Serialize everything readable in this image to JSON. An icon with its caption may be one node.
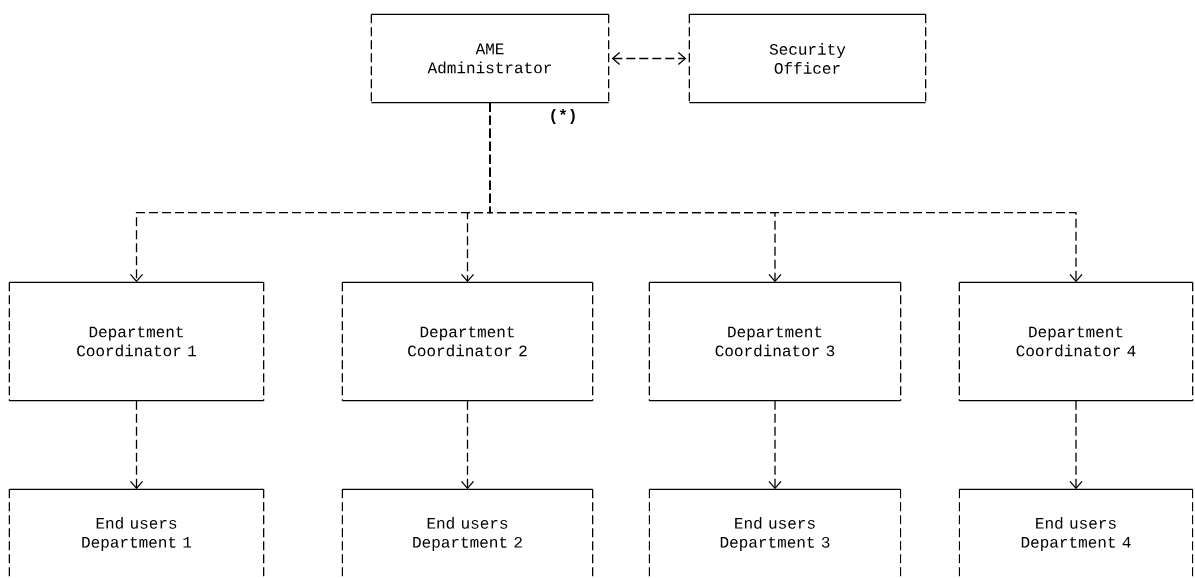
{
  "diagram": {
    "nodes": [
      {
        "text": [
          "AME Administrator"
        ],
        "beside": [
          "(*)"
        ]
      },
      {
        "text": [
          "Security Officer"
        ]
      },
      {
        "text": [
          "Department Coordinator 1"
        ]
      },
      {
        "text": [
          "Department Coordinator 2"
        ]
      },
      {
        "text": [
          "Department Coordinator 3"
        ]
      },
      {
        "text": [
          "Department Coordinator 4"
        ]
      },
      {
        "text": [
          "End users Department 1"
        ]
      },
      {
        "text": [
          "End users Department 2"
        ]
      },
      {
        "text": [
          "End users Department 3"
        ]
      },
      {
        "text": [
          "End users Department 4"
        ]
      }
    ],
    "edges": [
      {
        "from": 0,
        "to": 1,
        "arrow": "both",
        "style": "dashed"
      },
      {
        "from": 0,
        "to": 2,
        "arrow": "to",
        "style": "dashed"
      },
      {
        "from": 0,
        "to": 3,
        "arrow": "to",
        "style": "dashed"
      },
      {
        "from": 0,
        "to": 4,
        "arrow": "to",
        "style": "dashed"
      },
      {
        "from": 0,
        "to": 5,
        "arrow": "to",
        "style": "dashed"
      },
      {
        "from": 2,
        "to": 6,
        "arrow": "to",
        "style": "dashed"
      },
      {
        "from": 3,
        "to": 7,
        "arrow": "to",
        "style": "dashed"
      },
      {
        "from": 4,
        "to": 8,
        "arrow": "to",
        "style": "dashed"
      },
      {
        "from": 5,
        "to": 9,
        "arrow": "to",
        "style": "dashed"
      }
    ]
  }
}
